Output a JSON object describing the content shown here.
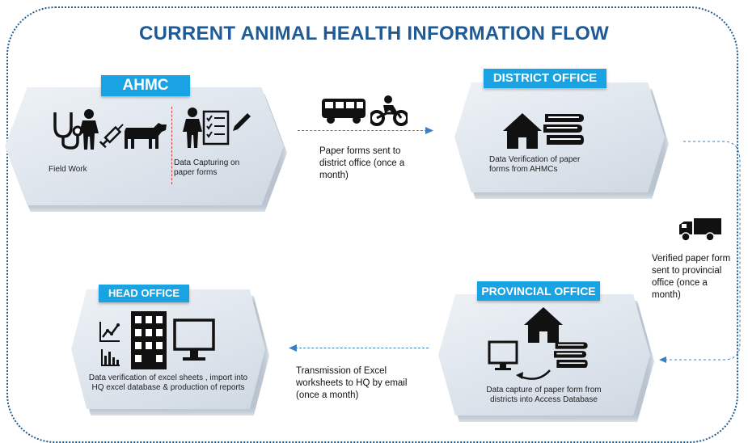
{
  "title": "CURRENT ANIMAL HEALTH INFORMATION FLOW",
  "nodes": {
    "ahmc": {
      "label": "AHMC",
      "field_work": "Field Work",
      "data_capturing": "Data Capturing on paper forms"
    },
    "district": {
      "label": "DISTRICT OFFICE",
      "caption": "Data  Verification of paper forms from AHMCs"
    },
    "provincial": {
      "label": "PROVINCIAL OFFICE",
      "caption": "Data capture of paper form from districts  into Access Database"
    },
    "head": {
      "label": "HEAD OFFICE",
      "caption": "Data verification of excel sheets , import into HQ excel database & production of reports"
    }
  },
  "flows": {
    "to_district": "Paper forms sent to district office (once a month)",
    "to_provincial": "Verified paper form sent to provincial office (once a month)",
    "to_hq": "Transmission of Excel worksheets to HQ by email (once a month)"
  },
  "colors": {
    "title": "#1e5a96",
    "label_bg": "#1aa3e3",
    "arrow": "#3a7fc0"
  },
  "icons": [
    "stethoscope-icon",
    "person-icon",
    "syringe-icon",
    "cow-icon",
    "checklist-icon",
    "pen-icon",
    "bus-icon",
    "motorbike-icon",
    "house-icon",
    "books-icon",
    "truck-icon",
    "monitor-icon",
    "building-icon",
    "line-chart-icon",
    "bar-chart-icon"
  ]
}
